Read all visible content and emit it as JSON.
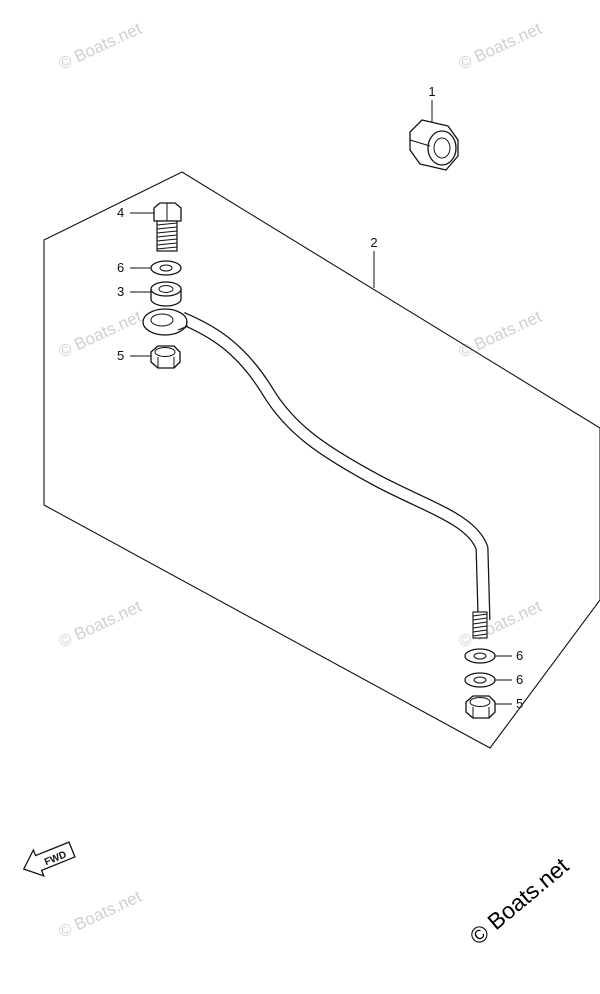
{
  "diagram": {
    "callouts": [
      {
        "id": "nut-top",
        "label": "1"
      },
      {
        "id": "rod",
        "label": "2"
      },
      {
        "id": "bushing",
        "label": "3"
      },
      {
        "id": "bolt",
        "label": "4"
      },
      {
        "id": "nut-left",
        "label": "5"
      },
      {
        "id": "washer-left",
        "label": "6"
      },
      {
        "id": "washer-right-a",
        "label": "6"
      },
      {
        "id": "washer-right-b",
        "label": "6"
      },
      {
        "id": "nut-right",
        "label": "5"
      }
    ],
    "fwd_label": "FWD",
    "watermark": "© Boats.net",
    "copyright": "© Boats.net"
  }
}
